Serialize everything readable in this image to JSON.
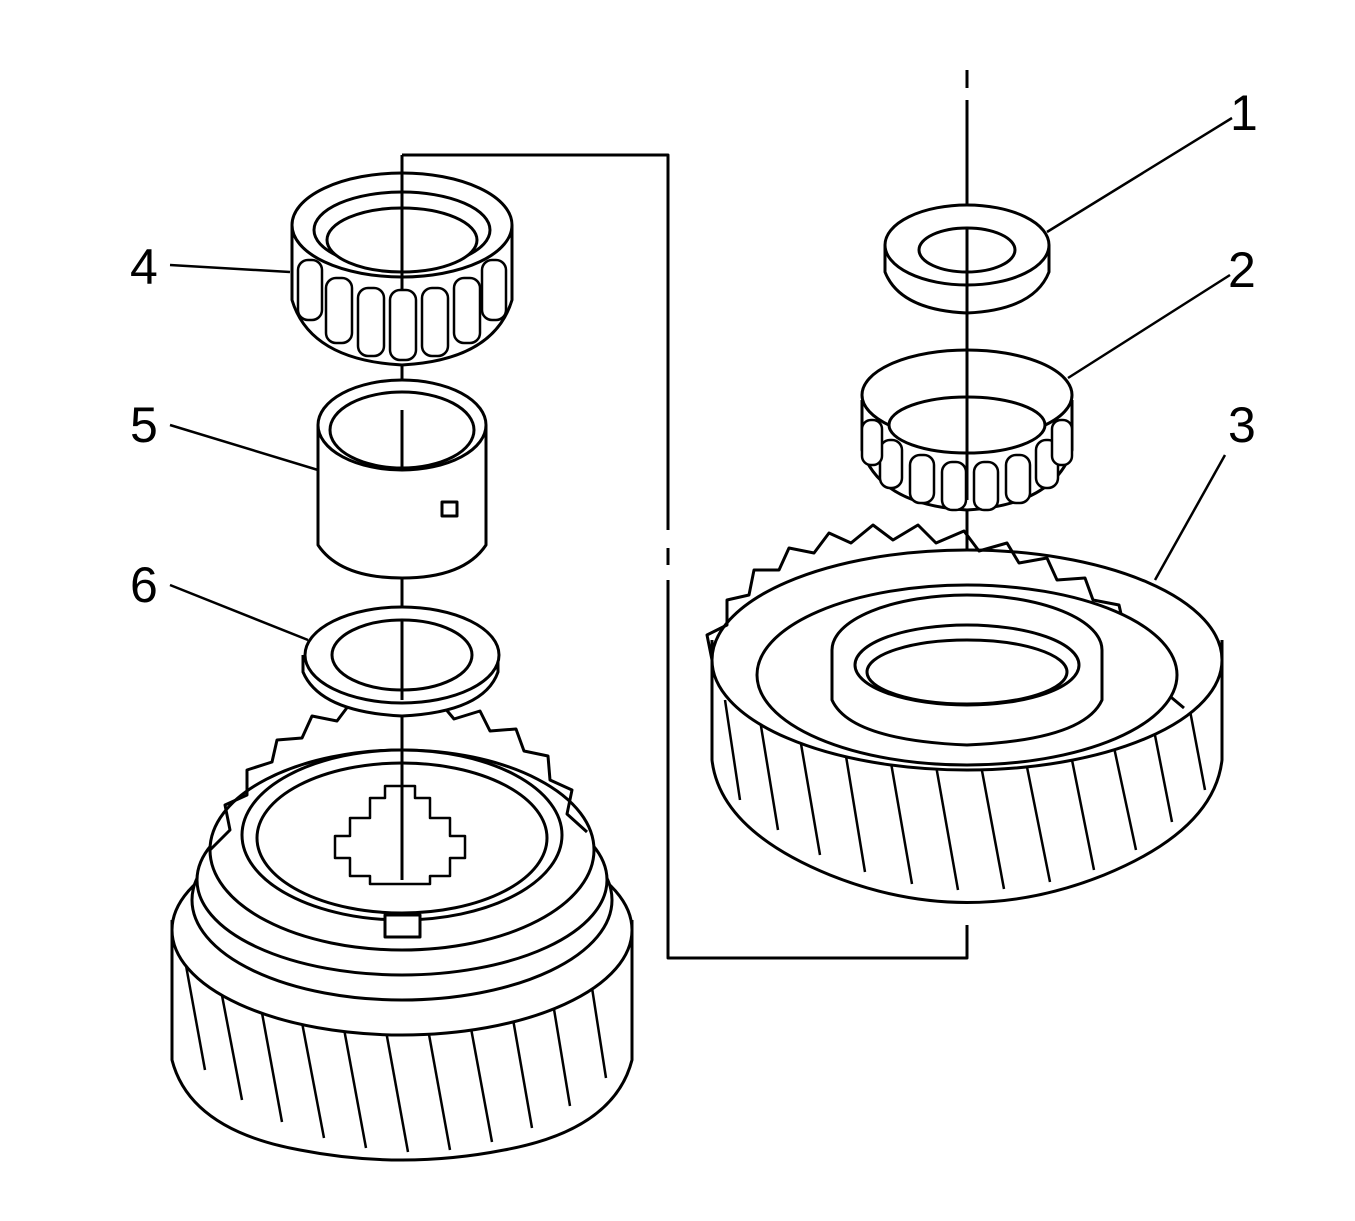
{
  "callouts": [
    "1",
    "2",
    "3",
    "4",
    "5",
    "6"
  ],
  "parts": [
    {
      "callout": "1",
      "icon": "thrust-washer-icon"
    },
    {
      "callout": "2",
      "icon": "needle-bearing-icon"
    },
    {
      "callout": "3",
      "icon": "helical-gear-icon"
    },
    {
      "callout": "4",
      "icon": "needle-bearing-icon"
    },
    {
      "callout": "5",
      "icon": "bearing-sleeve-icon"
    },
    {
      "callout": "6",
      "icon": "thrust-washer-icon"
    }
  ],
  "colors": {
    "line": "#000000",
    "background": "#ffffff"
  }
}
